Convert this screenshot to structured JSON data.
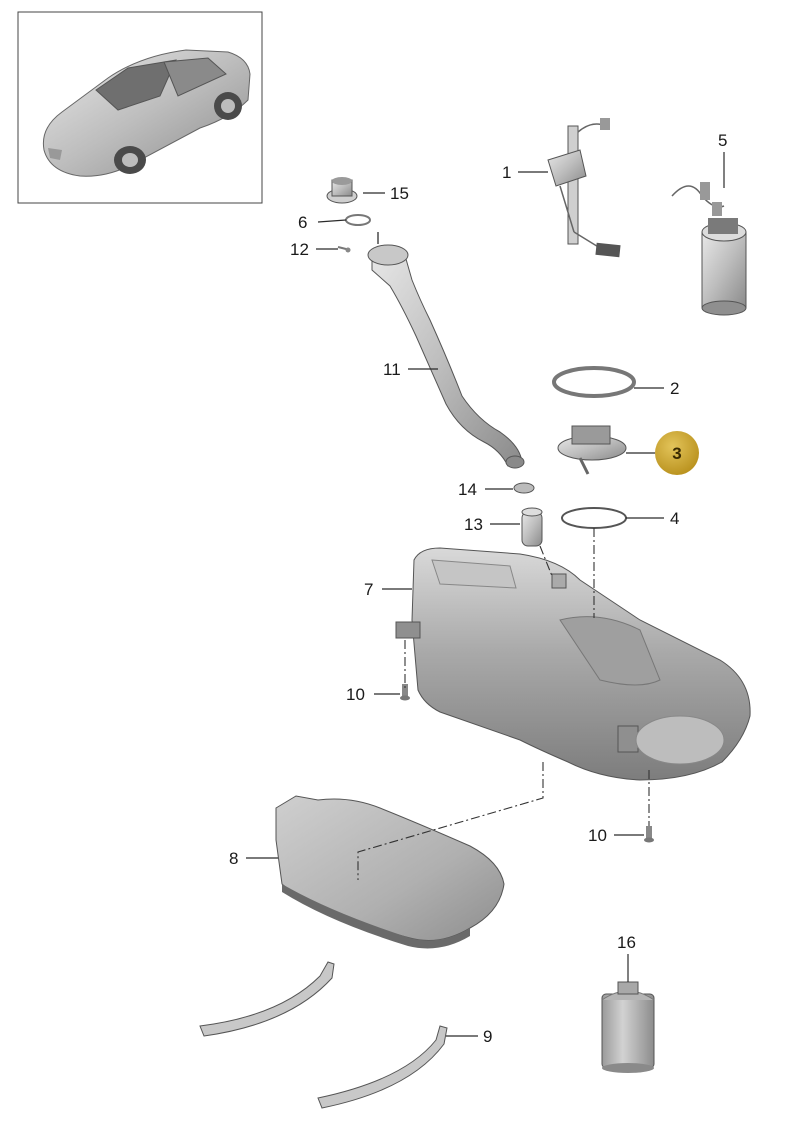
{
  "callouts": [
    {
      "id": "1",
      "label": "1"
    },
    {
      "id": "2",
      "label": "2"
    },
    {
      "id": "3",
      "label": "3",
      "highlighted": true
    },
    {
      "id": "4",
      "label": "4"
    },
    {
      "id": "5",
      "label": "5"
    },
    {
      "id": "6",
      "label": "6"
    },
    {
      "id": "7",
      "label": "7"
    },
    {
      "id": "8",
      "label": "8"
    },
    {
      "id": "9",
      "label": "9"
    },
    {
      "id": "10a",
      "label": "10"
    },
    {
      "id": "10b",
      "label": "10"
    },
    {
      "id": "11",
      "label": "11"
    },
    {
      "id": "12",
      "label": "12"
    },
    {
      "id": "13",
      "label": "13"
    },
    {
      "id": "14",
      "label": "14"
    },
    {
      "id": "15",
      "label": "15"
    },
    {
      "id": "16",
      "label": "16"
    }
  ],
  "colors": {
    "highlight_badge": "#c9a227",
    "part_grey": "#b8b8b8",
    "line": "#2a2a2a"
  },
  "icons": {
    "vehicle_thumbnail": "sports-car-icon"
  }
}
